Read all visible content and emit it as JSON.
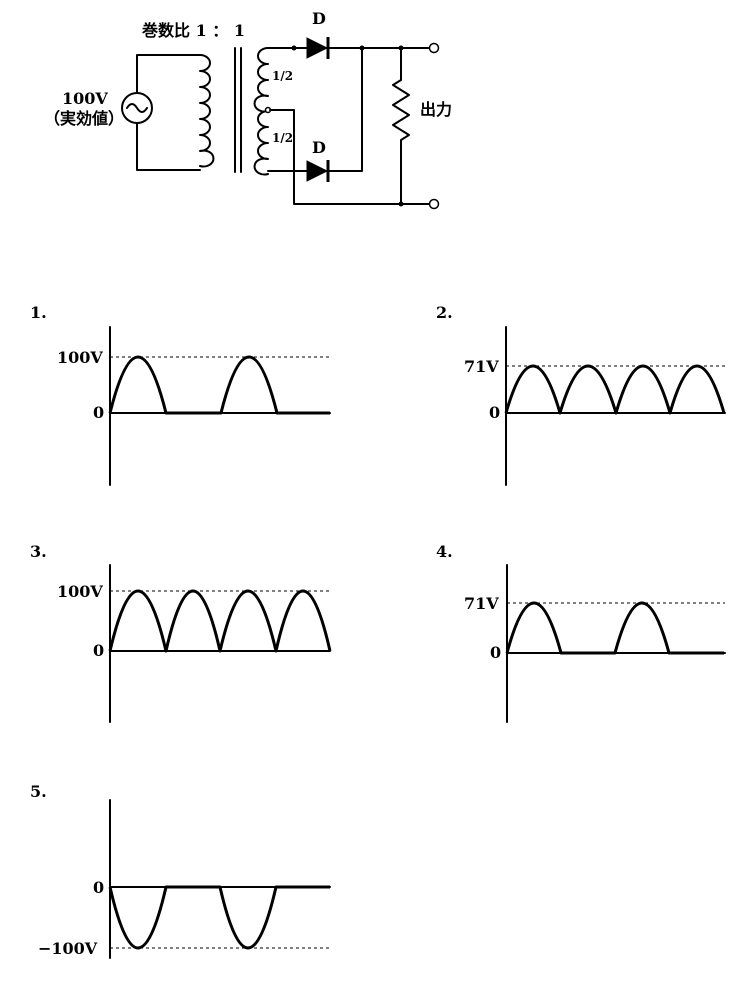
{
  "circuit": {
    "turns_ratio_label": "巻数比 1 ： 1",
    "source_voltage": "100V",
    "source_note": "（実効値）",
    "tap_upper": "1/2",
    "tap_lower": "1/2",
    "diode_upper": "D",
    "diode_lower": "D",
    "output_label": "出力"
  },
  "options": [
    {
      "number": "1.",
      "top_label": "100V",
      "zero_label": "0",
      "bottom_label": ""
    },
    {
      "number": "2.",
      "top_label": "71V",
      "zero_label": "0",
      "bottom_label": ""
    },
    {
      "number": "3.",
      "top_label": "100V",
      "zero_label": "0",
      "bottom_label": ""
    },
    {
      "number": "4.",
      "top_label": "71V",
      "zero_label": "0",
      "bottom_label": ""
    },
    {
      "number": "5.",
      "top_label": "",
      "zero_label": "0",
      "bottom_label": "−100V"
    }
  ]
}
